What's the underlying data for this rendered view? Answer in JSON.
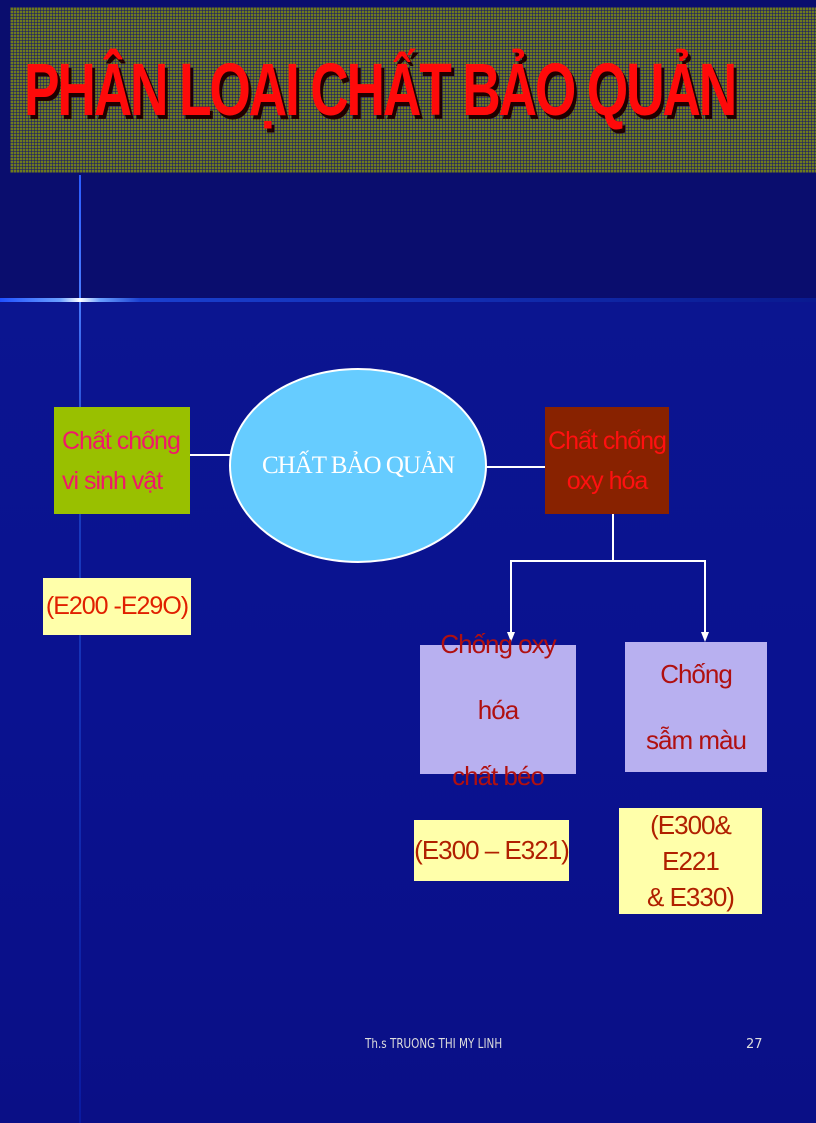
{
  "title": "PHÂN LOẠI CHẤT BẢO QUẢN",
  "center": {
    "label": "CHẤT BẢO QUẢN",
    "color": "#66ccff"
  },
  "antimicrobial": {
    "line1": "Chất chống",
    "line2": "vi sinh vật",
    "range": "(E200 -E29O)",
    "color": "#99c000"
  },
  "antioxidant": {
    "line1": "Chất chống",
    "line2": "oxy hóa",
    "color": "#882200"
  },
  "fat_antioxidant": {
    "line1": "Chống oxy hóa",
    "line2": "chất béo",
    "range": "(E300 – E321)"
  },
  "anti_browning": {
    "line1": "Chống",
    "line2": "sẫm màu",
    "range_line1": "(E300& E221",
    "range_line2": "& E330)"
  },
  "colors": {
    "subbox": "#b8b0f0",
    "range_box": "#ffffaa",
    "range_text": "#b02000",
    "title": "#ff0a0a"
  },
  "footer": {
    "author": "Th.s TRUONG THI MY LINH",
    "page": "27"
  }
}
